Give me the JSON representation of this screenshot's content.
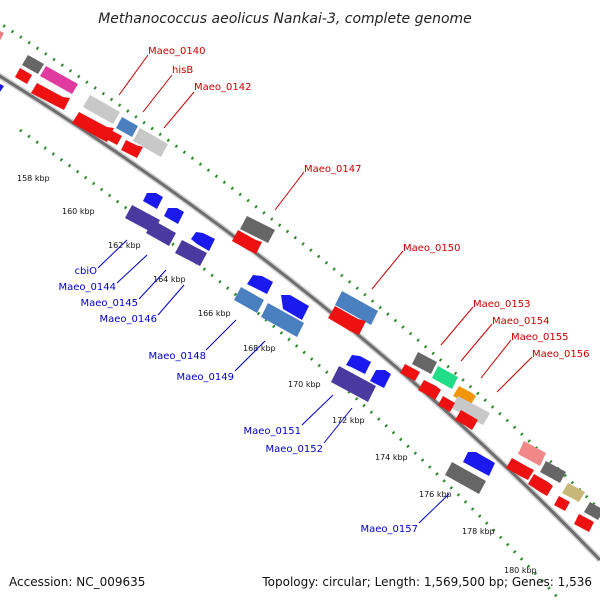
{
  "title": "Methanococcus aeolicus Nankai-3, complete genome",
  "footer": {
    "accession": "Accession: NC_009635",
    "summary": "Topology: circular; Length: 1,569,500 bp; Genes: 1,536"
  },
  "kbp_ticks": [
    "158 kbp",
    "160 kbp",
    "162 kbp",
    "164 kbp",
    "166 kbp",
    "168 kbp",
    "170 kbp",
    "172 kbp",
    "174 kbp",
    "176 kbp",
    "178 kbp",
    "180 kbp"
  ],
  "forward_genes": [
    "Maeo_0140",
    "hisB",
    "Maeo_0142",
    "Maeo_0147",
    "Maeo_0150",
    "Maeo_0153",
    "Maeo_0154",
    "Maeo_0155",
    "Maeo_0156"
  ],
  "reverse_genes": [
    "cbiO",
    "Maeo_0144",
    "Maeo_0145",
    "Maeo_0146",
    "Maeo_0148",
    "Maeo_0149",
    "Maeo_0151",
    "Maeo_0152",
    "Maeo_0157"
  ],
  "colors": {
    "backbone": "#777777",
    "tick_mark": "#2e8b2e",
    "forward_label": "#cc0000",
    "reverse_label": "#0000cc"
  }
}
